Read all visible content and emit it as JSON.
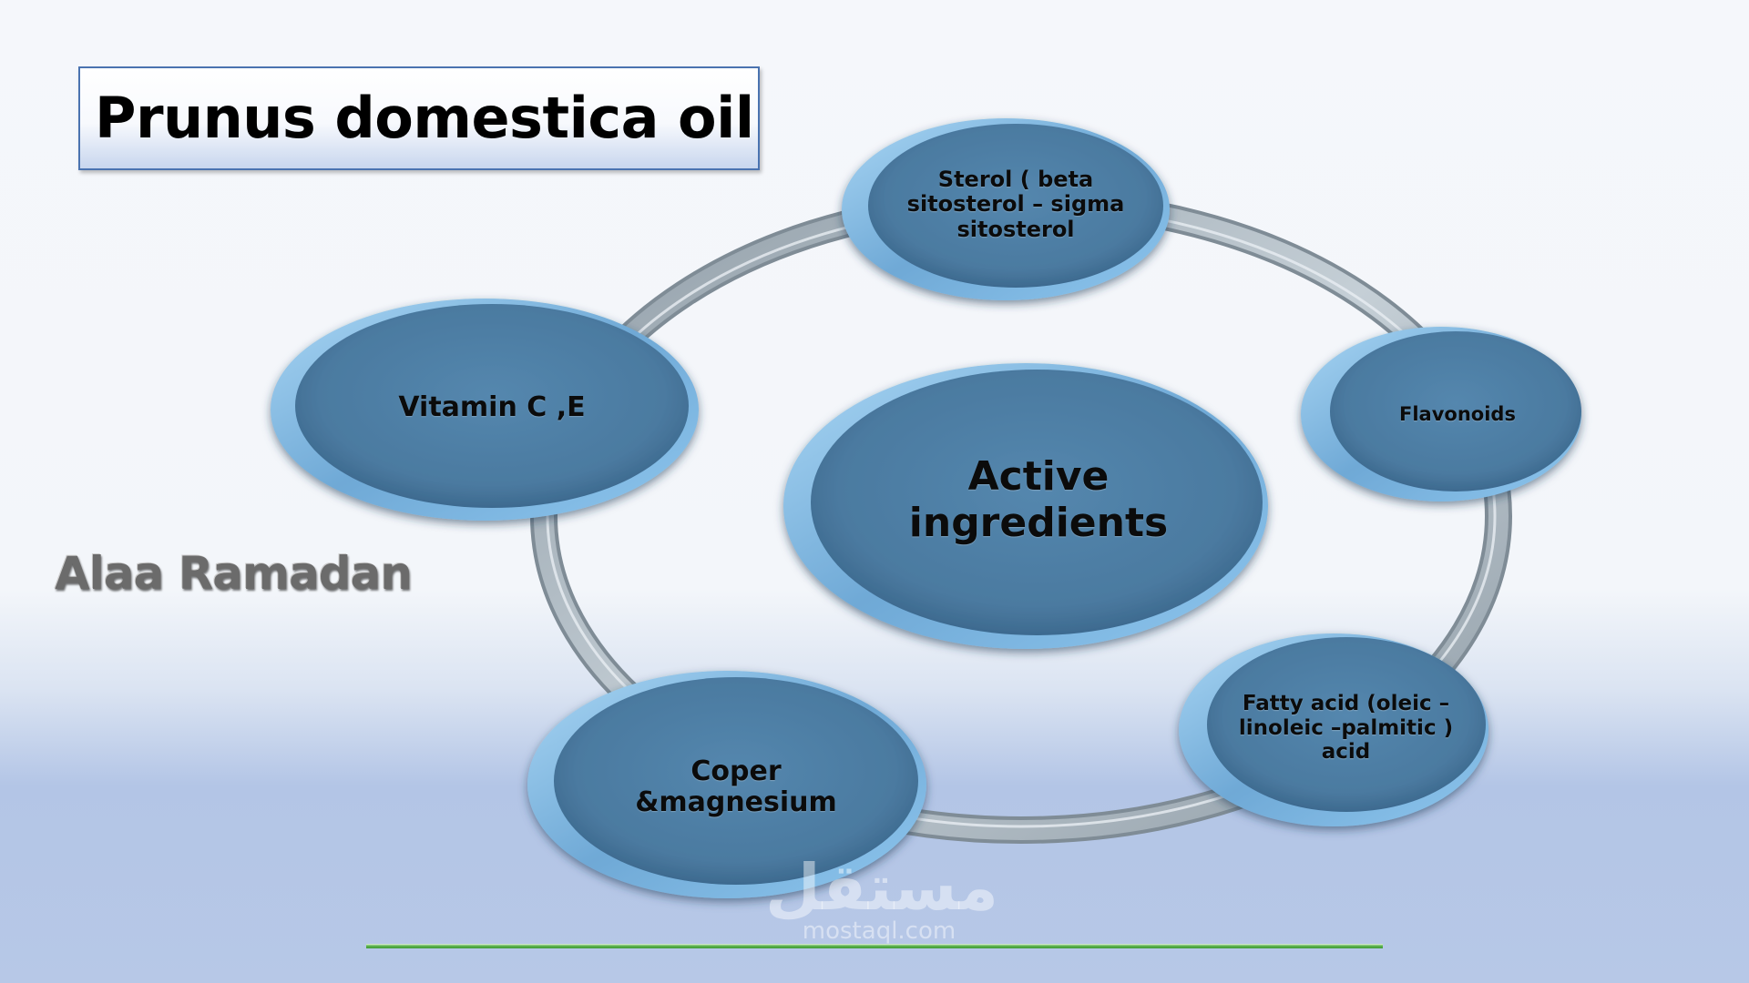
{
  "title": "Prunus domestica oil",
  "author": "Alaa Ramadan",
  "center": {
    "label": "Active ingredients"
  },
  "nodes": [
    {
      "id": "sterol",
      "label": "Sterol ( beta sitosterol – sigma sitosterol"
    },
    {
      "id": "flavonoids",
      "label": "Flavonoids"
    },
    {
      "id": "fatty-acid",
      "label": "Fatty acid (oleic –linoleic –palmitic ) acid"
    },
    {
      "id": "copper-magnesium",
      "label": "Coper &magnesium"
    },
    {
      "id": "vitamin",
      "label": "Vitamin C ,E"
    }
  ],
  "watermark": {
    "arabic": "مستقل",
    "latin": "mostaql.com"
  },
  "colors": {
    "node_fill": "#4f7fa6",
    "node_rim": "#8fc3ea",
    "ring": "#aab6bf",
    "rule": "#4caf3f",
    "title_border": "#4a73b0"
  }
}
